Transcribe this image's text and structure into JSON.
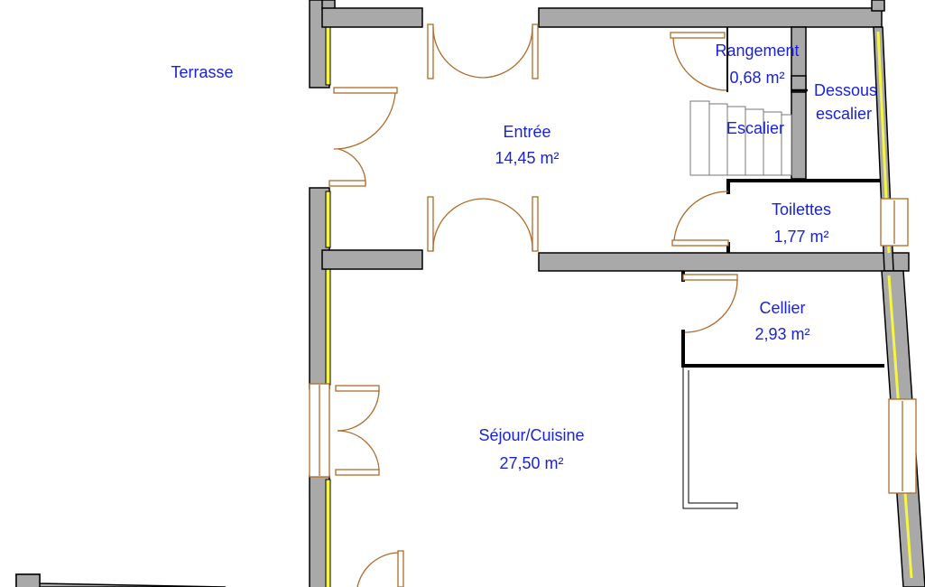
{
  "rooms": {
    "terrasse": {
      "name": "Terrasse"
    },
    "entree": {
      "name": "Entrée",
      "area": "14,45 m²"
    },
    "rangement": {
      "name": "Rangement",
      "area": "0,68 m²"
    },
    "dessous_escalier": {
      "line1": "Dessous",
      "line2": "escalier"
    },
    "escalier": {
      "name": "Escalier"
    },
    "toilettes": {
      "name": "Toilettes",
      "area": "1,77 m²"
    },
    "cellier": {
      "name": "Cellier",
      "area": "2,93 m²"
    },
    "sejour": {
      "name": "Séjour/Cuisine",
      "area": "27,50 m²"
    }
  },
  "colors": {
    "wall": "#a9a9a9",
    "window_glass": "#f5f542",
    "door": "#b06a2a",
    "label": "#1a23d6"
  }
}
